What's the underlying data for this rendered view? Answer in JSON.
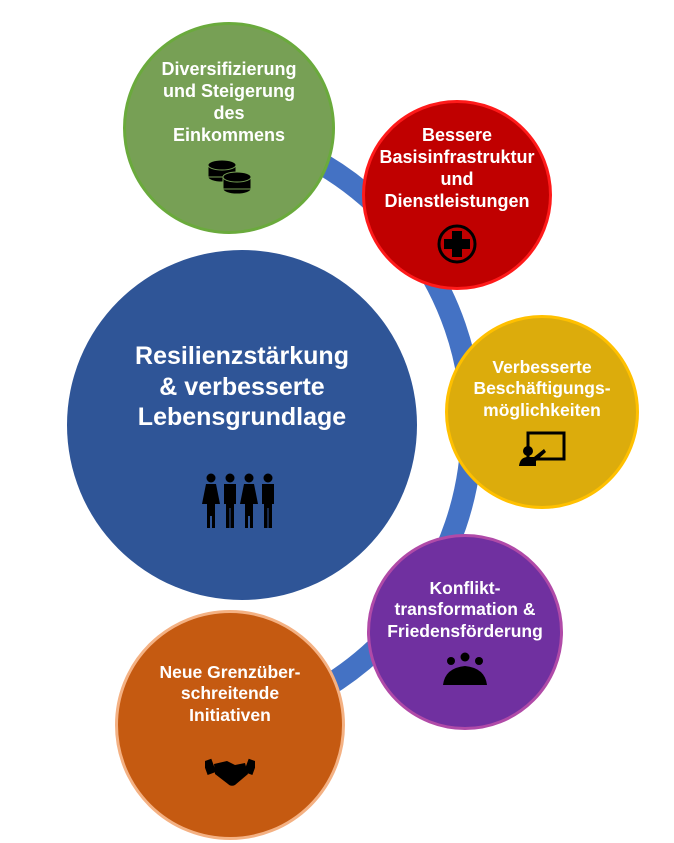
{
  "diagram": {
    "center": {
      "label": "Resilienzstärkung\n& verbesserte\nLebensgrundlage",
      "icon": "people-group-icon",
      "color": "#2f5597"
    },
    "connector": {
      "type": "arc",
      "color": "#4472c4"
    },
    "nodes": [
      {
        "label": "Diversifizierung\nund Steigerung\ndes\nEinkommens",
        "icon": "coins-icon",
        "color": "#77a055",
        "border": "#6aaa3c"
      },
      {
        "label": "Bessere\nBasisinfrastruktur\nund\nDienstleistungen",
        "icon": "medical-cross-icon",
        "color": "#c00000",
        "border": "#ff1a1a"
      },
      {
        "label": "Verbesserte\nBeschäftigungs-\nmöglichkeiten",
        "icon": "teacher-board-icon",
        "color": "#dcac0c",
        "border": "#ffc000"
      },
      {
        "label": "Konflikt-\ntransformation &\nFriedensförderung",
        "icon": "meeting-table-icon",
        "color": "#7030a0",
        "border": "#b04aa8"
      },
      {
        "label": "Neue Grenzüber-\nschreitende\nInitiativen",
        "icon": "handshake-icon",
        "color": "#c55a11",
        "border": "#f4b183"
      }
    ]
  }
}
